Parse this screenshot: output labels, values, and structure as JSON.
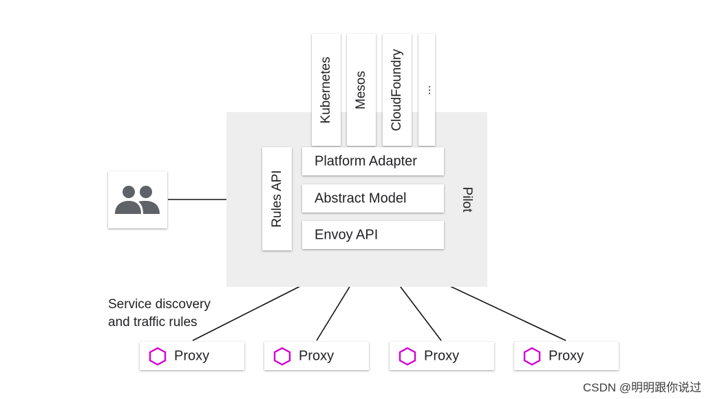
{
  "platforms": [
    "Kubernetes",
    "Mesos",
    "CloudFoundry",
    "..."
  ],
  "rules_api": "Rules API",
  "layers": {
    "platform_adapter": "Platform Adapter",
    "abstract_model": "Abstract Model",
    "envoy_api": "Envoy API"
  },
  "pilot": "Pilot",
  "users_icon": "users-icon",
  "service_note": {
    "line1": "Service discovery",
    "line2": "and traffic rules"
  },
  "proxy_icon": "hexagon-icon",
  "proxy_color": "#d400d4",
  "proxies": [
    "Proxy",
    "Proxy",
    "Proxy",
    "Proxy"
  ],
  "watermark": "CSDN @明明跟你说过"
}
